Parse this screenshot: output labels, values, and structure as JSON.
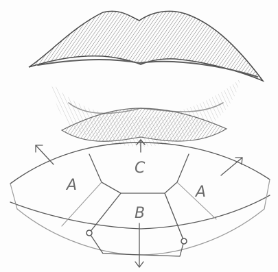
{
  "labels": {
    "region_left": "A",
    "region_right": "A",
    "region_center_top": "C",
    "region_center_bottom": "B"
  },
  "colors": {
    "paper": "#fdfdfd",
    "graphite": "#5b5b5b",
    "graphite_light": "#9a9a9a"
  }
}
